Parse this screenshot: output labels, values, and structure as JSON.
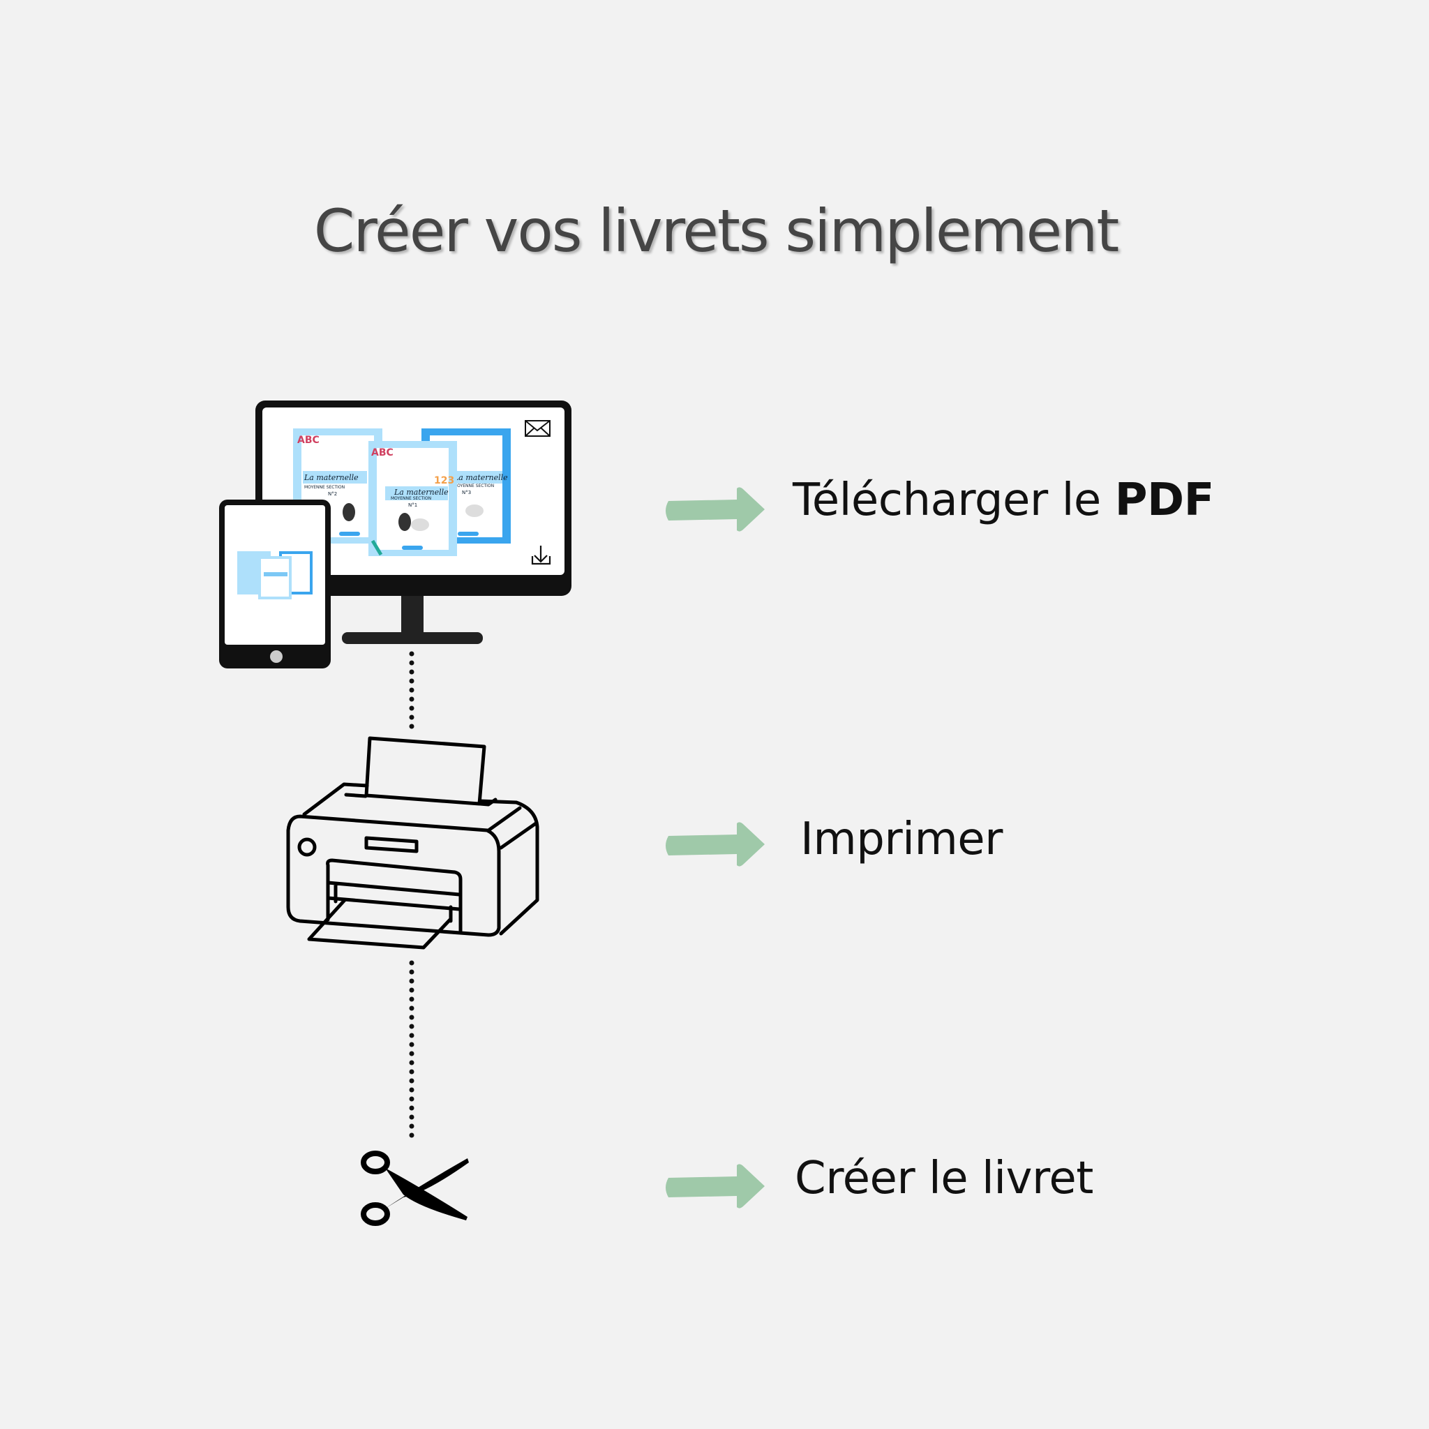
{
  "title": "Créer vos livrets simplement",
  "steps": [
    {
      "text": "Télécharger le ",
      "bold": "PDF",
      "icon": "computer-tablet-icon"
    },
    {
      "text": "Imprimer",
      "icon": "printer-icon"
    },
    {
      "text": "Créer le livret",
      "icon": "scissors-icon"
    }
  ],
  "booklets": [
    {
      "title": "La maternelle",
      "subtitle": "MOYENNE SECTION",
      "number": "N°1"
    },
    {
      "title": "La maternelle",
      "subtitle": "MOYENNE SECTION",
      "number": "N°2"
    },
    {
      "title": "La maternelle",
      "subtitle": "MOYENNE SECTION",
      "number": "N°3"
    }
  ],
  "colors": {
    "background": "#f2f2f2",
    "arrow": "#9fc9a9",
    "booklet_blue": "#3aa5ee",
    "booklet_light": "#aee0fb"
  }
}
